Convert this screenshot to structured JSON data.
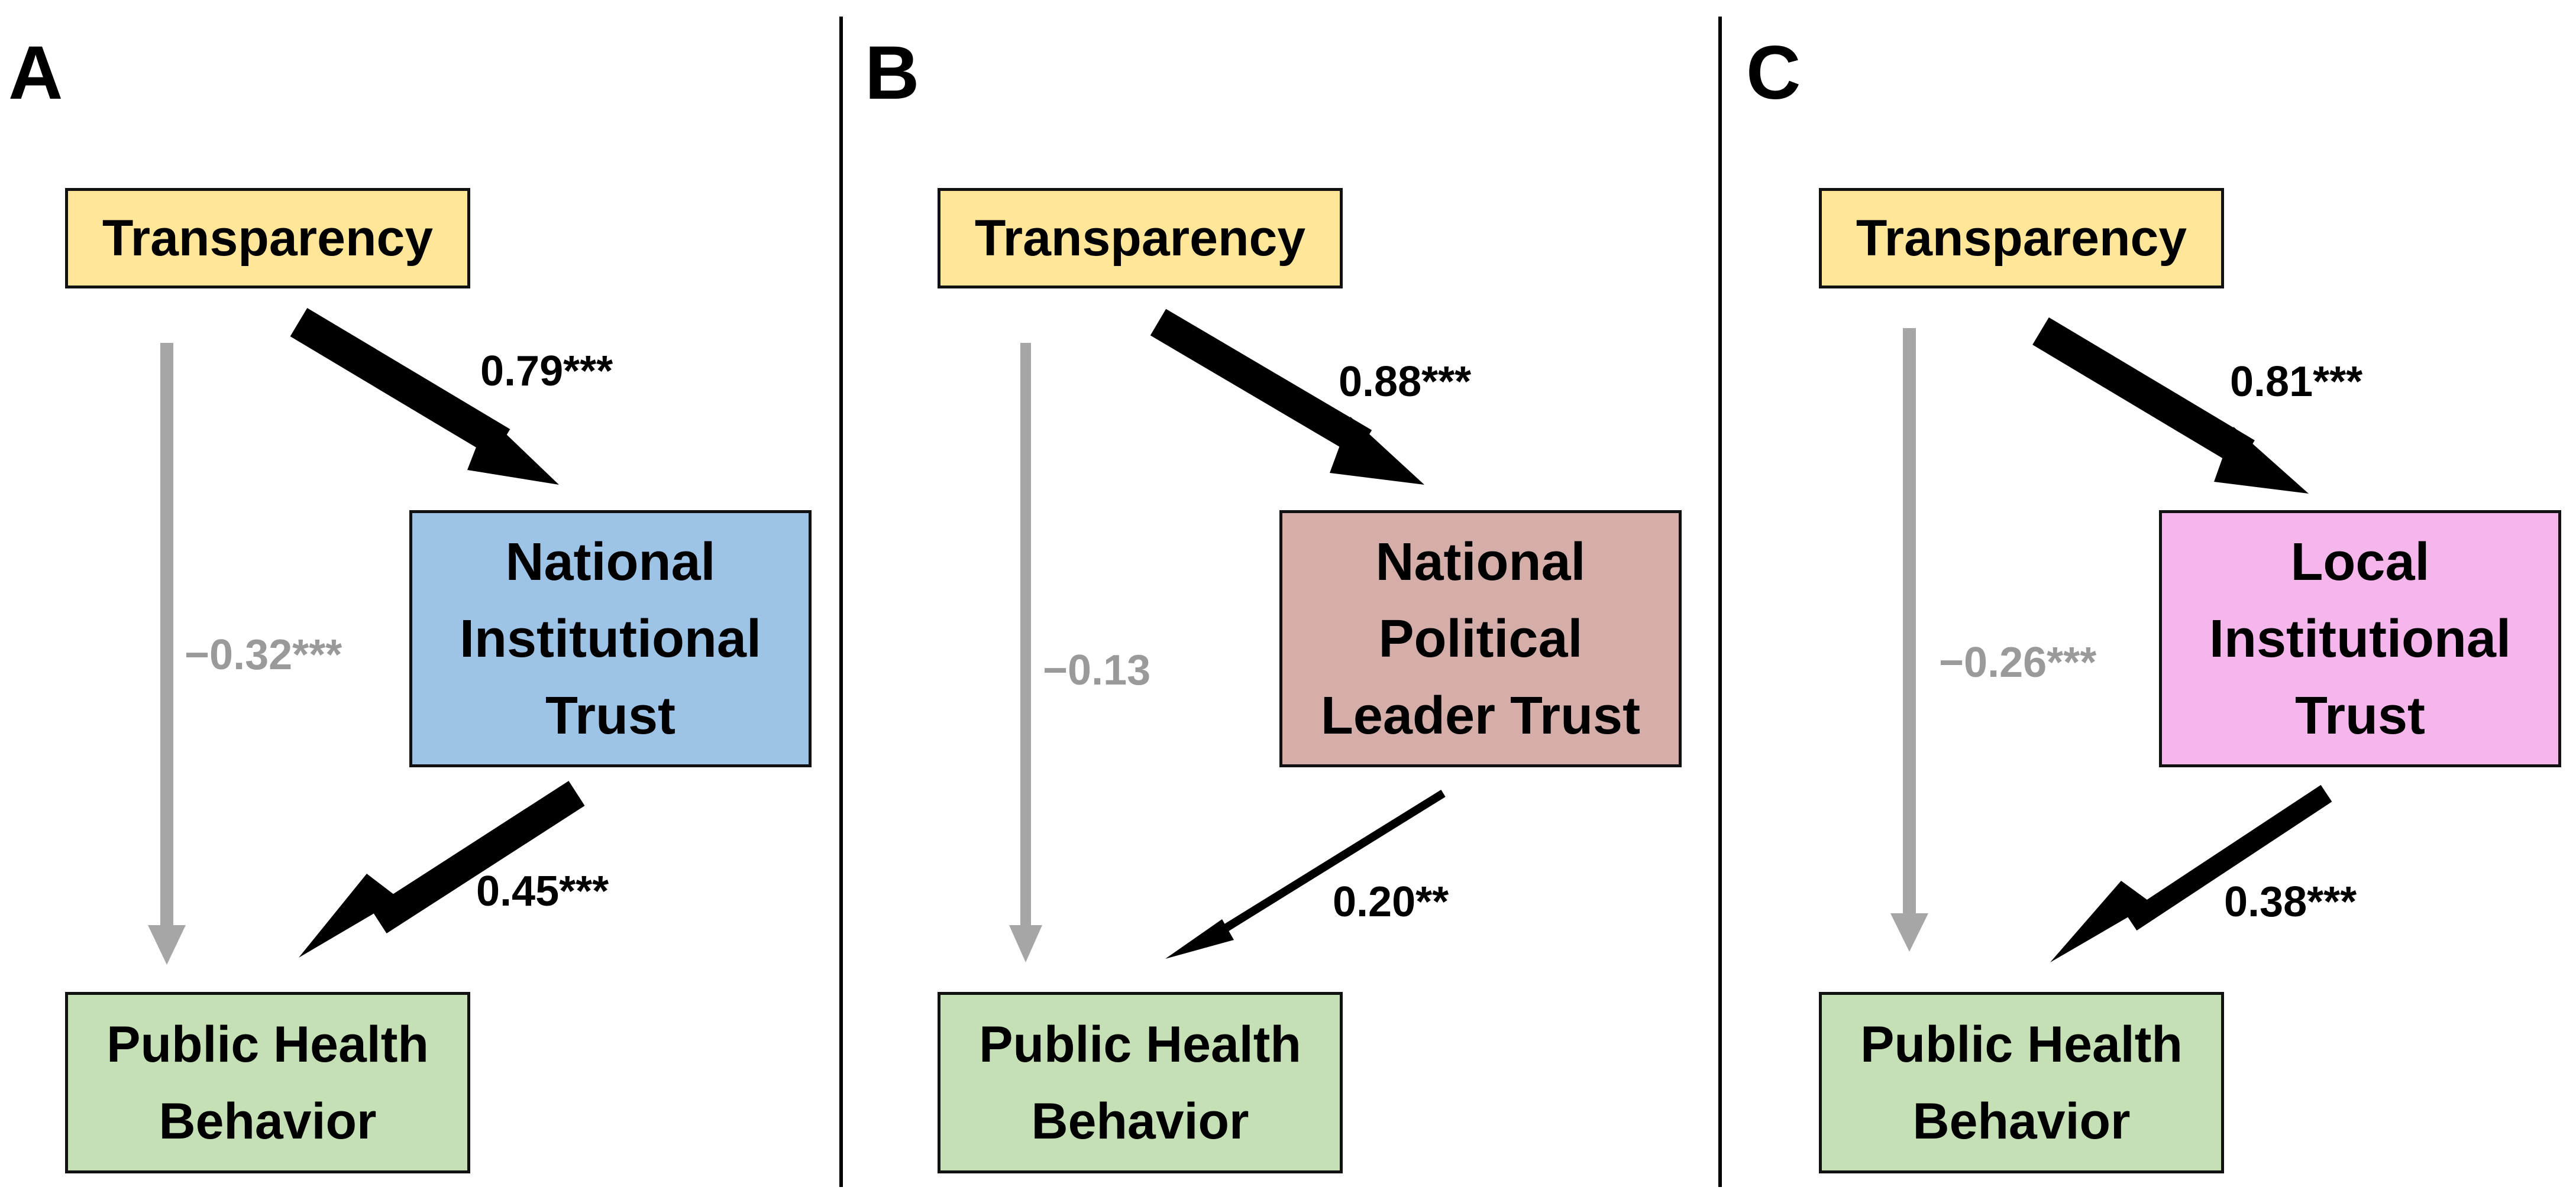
{
  "panels": [
    {
      "letter": "A",
      "top": "Transparency",
      "mediator": [
        "National",
        "Institutional",
        "Trust"
      ],
      "mediator_color": "#9dc3e6",
      "bottom": [
        "Public Health",
        "Behavior"
      ],
      "a_coef": "0.79***",
      "b_coef": "0.45***",
      "c_coef": "−0.32***"
    },
    {
      "letter": "B",
      "top": "Transparency",
      "mediator": [
        "National",
        "Political",
        "Leader Trust"
      ],
      "mediator_color": "#d5aeaa",
      "bottom": [
        "Public Health",
        "Behavior"
      ],
      "a_coef": "0.88***",
      "b_coef": "0.20**",
      "c_coef": "−0.13"
    },
    {
      "letter": "C",
      "top": "Transparency",
      "mediator": [
        "Local",
        "Institutional",
        "Trust"
      ],
      "mediator_color": "#f5b6eb",
      "bottom": [
        "Public Health",
        "Behavior"
      ],
      "a_coef": "0.81***",
      "b_coef": "0.38***",
      "c_coef": "−0.26***"
    }
  ],
  "colors": {
    "transparency_box": "#ffe699",
    "behavior_box": "#c5e0b4",
    "direct_path": "#a6a6a6",
    "indirect_path": "#000000"
  }
}
